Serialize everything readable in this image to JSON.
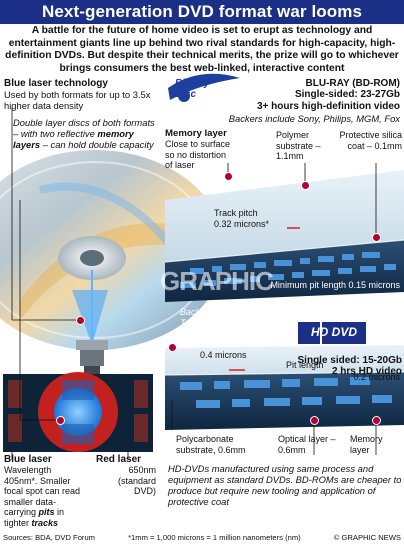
{
  "title": "Next-generation DVD format war looms",
  "intro": "A battle for the future of home video is set to erupt as technology and entertainment giants line up behind two rival standards for high-capacity, high-definition DVDs. But despite their technical merits, the prize will go to whichever brings consumers the best web-linked, interactive content",
  "blue_laser_tech": {
    "heading": "Blue laser technology",
    "body": "Used by both formats for up to 3.5x higher data density"
  },
  "double_layer": {
    "pre": "Double layer discs of both formats – with two reflective ",
    "emph": "memory layers",
    "post": " – can hold double capacity"
  },
  "bluray": {
    "logo_text": "Blu-ray Disc",
    "name": "BLU-RAY (BD-ROM)",
    "capacity": "Single-sided: 23-27Gb",
    "video": "3+ hours high-definition video",
    "backers": "Backers include Sony, Philips, MGM, Fox",
    "memory_layer_heading": "Memory layer",
    "memory_layer_body": "Close to surface so no distortion of laser",
    "polymer": "Polymer substrate – 1.1mm",
    "protective": "Protective silica coat – 0.1mm",
    "track_pitch_label": "Track pitch",
    "track_pitch_value": "0.32 microns*",
    "min_pit": "Minimum pit length 0.15 microns"
  },
  "hddvd": {
    "logo_text": "HD DVD",
    "backers": "Backers include Sanyo, Toshiba, the Warner",
    "capacity": "Single sided: 15-20Gb",
    "video": "2 hrs HD video",
    "track": "0.4 microns",
    "pit_label": "Pit length",
    "pit_value": "0.2 microns",
    "polycarbonate": "Polycarbonate substrate, 0.6mm",
    "optical": "Optical layer – 0.6mm",
    "memory": "Memory layer",
    "note": "HD-DVDs manufactured using same process and equipment as standard DVDs. BD-ROMs are cheaper to produce but require new tooling and application of protective coat"
  },
  "blue_laser": {
    "heading": "Blue laser",
    "wavelength": "Wavelength 405nm*.",
    "body_pre": "Smaller focal spot can read smaller data-carrying ",
    "pits": "pits",
    "body_mid": " in tighter ",
    "tracks": "tracks"
  },
  "red_laser": {
    "heading": "Red laser",
    "body": "650nm (standard DVD)"
  },
  "footer": {
    "sources": "Sources: BDA, DVD Forum",
    "note": "*1mm = 1,000 microns = 1 million nanometers (nm)",
    "credit": "© GRAPHIC NEWS"
  },
  "colors": {
    "title_bg": "#1c2f86",
    "dot": "#b10033",
    "pit_blue": "#3f7fd0",
    "laser_blue": "#2f8fe8",
    "laser_red": "#d42020"
  }
}
